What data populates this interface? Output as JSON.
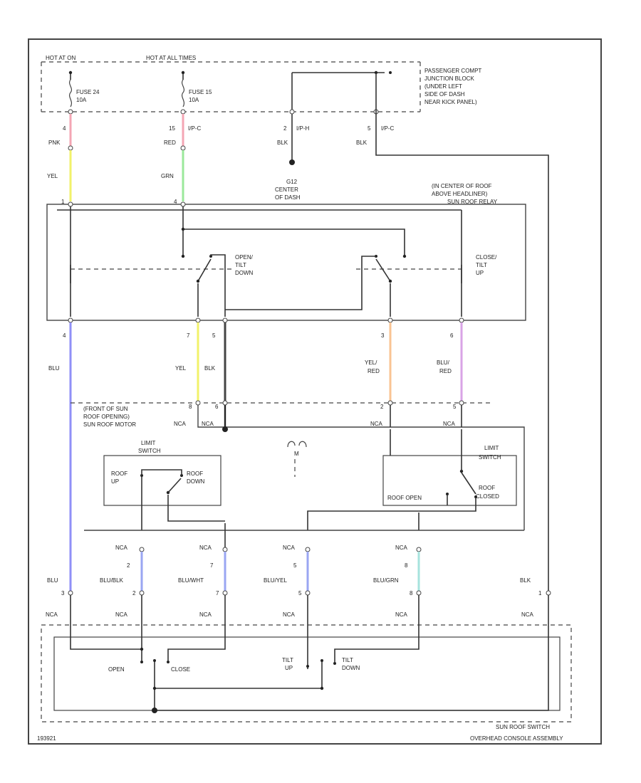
{
  "colors": {
    "pink": "#f4a6b4",
    "yellow": "#f2f26a",
    "green": "#9be89b",
    "blue": "#8f8ff7",
    "orange": "#f9c493",
    "violet": "#d9a3e6",
    "light_blue": "#9aa6f2",
    "teal": "#a6e3dd",
    "black": "#222222"
  },
  "power": {
    "hot_at_on": "HOT AT ON",
    "hot_at_all_times": "HOT AT ALL TIMES"
  },
  "fuses": {
    "fuse24": "FUSE 24",
    "fuse24_rating": "10A",
    "fuse15": "FUSE 15",
    "fuse15_rating": "10A"
  },
  "junction_block": [
    "PASSENGER COMPT",
    "JUNCTION BLOCK",
    "(UNDER LEFT",
    "SIDE OF DASH",
    "NEAR KICK PANEL)"
  ],
  "top_pins": {
    "p1_num": "4",
    "p1_color": "PNK",
    "p2_num": "15",
    "p2_conn": "I/P-C",
    "p2_color": "RED",
    "p3_num": "2",
    "p3_conn": "I/P-H",
    "p3_color": "BLK",
    "p4_num": "5",
    "p4_conn": "I/P-C",
    "p4_color": "BLK"
  },
  "wire_labels": {
    "yel": "YEL",
    "grn": "GRN",
    "blu": "BLU",
    "yel2": "YEL",
    "blk": "BLK",
    "yel_red_1": "YEL/",
    "yel_red_2": "RED",
    "blu_red_1": "BLU/",
    "blu_red_2": "RED",
    "blk_right": "BLK"
  },
  "ground_label": [
    "G12",
    "CENTER",
    "OF DASH"
  ],
  "relay_location": [
    "(IN CENTER OF ROOF",
    "ABOVE HEADLINER)",
    "SUN ROOF RELAY"
  ],
  "relay_contacts": {
    "open_tilt_down": [
      "OPEN/",
      "TILT",
      "DOWN"
    ],
    "close_tilt_up": [
      "CLOSE/",
      "TILT",
      "UP"
    ]
  },
  "relay_pins": {
    "top_left": "1",
    "top_mid": "4",
    "bot_1": "4",
    "bot_2": "7",
    "bot_3": "5",
    "bot_4": "3",
    "bot_5": "6"
  },
  "motor_location": [
    "(FRONT OF SUN",
    "ROOF OPENING)",
    "SUN ROOF MOTOR"
  ],
  "motor_pins": {
    "p1": "8",
    "p2": "6",
    "p3": "2",
    "p4": "5",
    "nca": "NCA",
    "m": "M"
  },
  "limit_switches": {
    "left_title": [
      "LIMIT",
      "SWITCH"
    ],
    "roof_up": [
      "ROOF",
      "UP"
    ],
    "roof_down": [
      "ROOF",
      "DOWN"
    ],
    "right_title": [
      "LIMIT",
      "SWITCH"
    ],
    "roof_open": "ROOF OPEN",
    "roof_closed": [
      "ROOF",
      "CLOSED"
    ]
  },
  "bottom_wires": {
    "w1_num": "2",
    "w1_color": "BLU/BLK",
    "w2_num": "7",
    "w2_color": "BLU/WHT",
    "w3_num": "5",
    "w3_color": "BLU/YEL",
    "w4_num": "8",
    "w4_color": "BLU/GRN",
    "left_num": "3",
    "right_num": "1"
  },
  "switch_labels": {
    "open": "OPEN",
    "close": "CLOSE",
    "tilt_up": [
      "TILT",
      "UP"
    ],
    "tilt_down": [
      "TILT",
      "DOWN"
    ]
  },
  "sunroof_switch": "SUN ROOF SWITCH",
  "overhead_console": "OVERHEAD CONSOLE ASSEMBLY",
  "footer_code": "193921"
}
